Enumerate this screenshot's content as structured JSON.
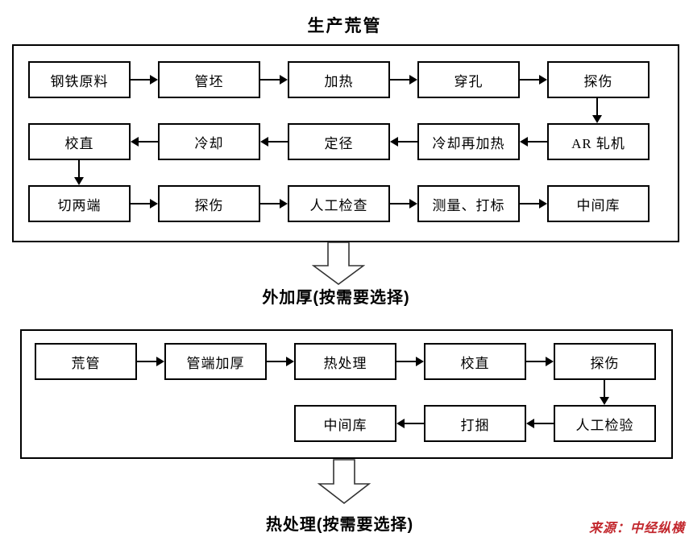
{
  "page": {
    "title": "生产荒管",
    "section2_label": "外加厚(按需要选择)",
    "section3_label": "热处理(按需要选择)",
    "source": "来源：中经纵横",
    "source_color": "#c2272d",
    "line_color": "#000000"
  },
  "flow1": {
    "rows": [
      {
        "direction": "right",
        "boxes": [
          "钢铁原料",
          "管坯",
          "加热",
          "穿孔",
          "探伤"
        ]
      },
      {
        "direction": "left",
        "boxes": [
          "校直",
          "冷却",
          "定径",
          "冷却再加热",
          "AR 轧机"
        ]
      },
      {
        "direction": "right",
        "boxes": [
          "切两端",
          "探伤",
          "人工检查",
          "测量、打标",
          "中间库"
        ]
      }
    ],
    "vertical_links": [
      "探伤→AR 轧机",
      "校直→切两端"
    ]
  },
  "flow2": {
    "rows": [
      {
        "direction": "right",
        "boxes": [
          "荒管",
          "管端加厚",
          "热处理",
          "校直",
          "探伤"
        ]
      },
      {
        "direction": "left",
        "boxes": [
          "中间库",
          "打捆",
          "人工检验"
        ]
      }
    ],
    "vertical_links": [
      "探伤→人工检验"
    ]
  }
}
